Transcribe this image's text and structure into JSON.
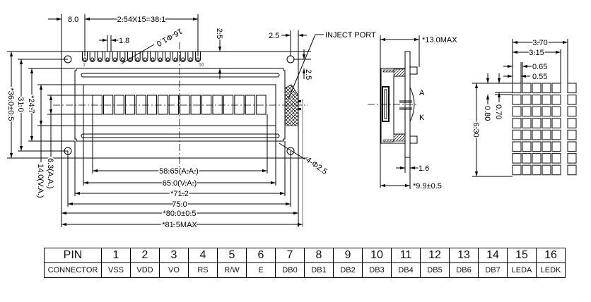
{
  "front_view": {
    "pin_margin": "8.0",
    "pin_pitch": "2.54X15=38.1",
    "pin_width": "1.8",
    "pin_holes": "16-Φ1.0",
    "top_offset": "2.5",
    "right_offset": "2.5",
    "inject_port": "INJECT PORT",
    "right_vertical": "2.5",
    "mount_holes": "4-Φ2.5",
    "pin_first": "1",
    "pin_last": "16",
    "character_count": 16,
    "widths": [
      "58.65(A.A.)",
      "65.0(V.A.)",
      "*71.2",
      "75.0",
      "*80.0±0.5",
      "*81.5MAX"
    ],
    "heights": [
      "*36.0±0.5",
      "31.0",
      "*24.7",
      "14.0(V.A.)",
      "6.3(A.A.)"
    ]
  },
  "side_view": {
    "max_thickness": "*13.0MAX",
    "pcb_thickness": "1.6",
    "body_thickness": "*9.9±0.5",
    "anode": "A",
    "cathode": "K"
  },
  "dot_matrix": {
    "char_pitch": "3.70",
    "char_width": "3.15",
    "dot_pitch": "0.65",
    "dot_width": "0.55",
    "char_height": "6.30",
    "dot_pitch_v": "0.80",
    "dot_height": "0.70",
    "columns": 5,
    "rows": 8
  },
  "pin_table": {
    "header": "PIN",
    "row_label": "CONNECTOR",
    "pins": [
      "1",
      "2",
      "3",
      "4",
      "5",
      "6",
      "7",
      "8",
      "9",
      "10",
      "11",
      "12",
      "13",
      "14",
      "15",
      "16"
    ],
    "signals": [
      "VSS",
      "VDD",
      "VO",
      "RS",
      "R/W",
      "E",
      "DB0",
      "DB1",
      "DB2",
      "DB3",
      "DB4",
      "DB5",
      "DB6",
      "DB7",
      "LEDA",
      "LEDK"
    ]
  }
}
